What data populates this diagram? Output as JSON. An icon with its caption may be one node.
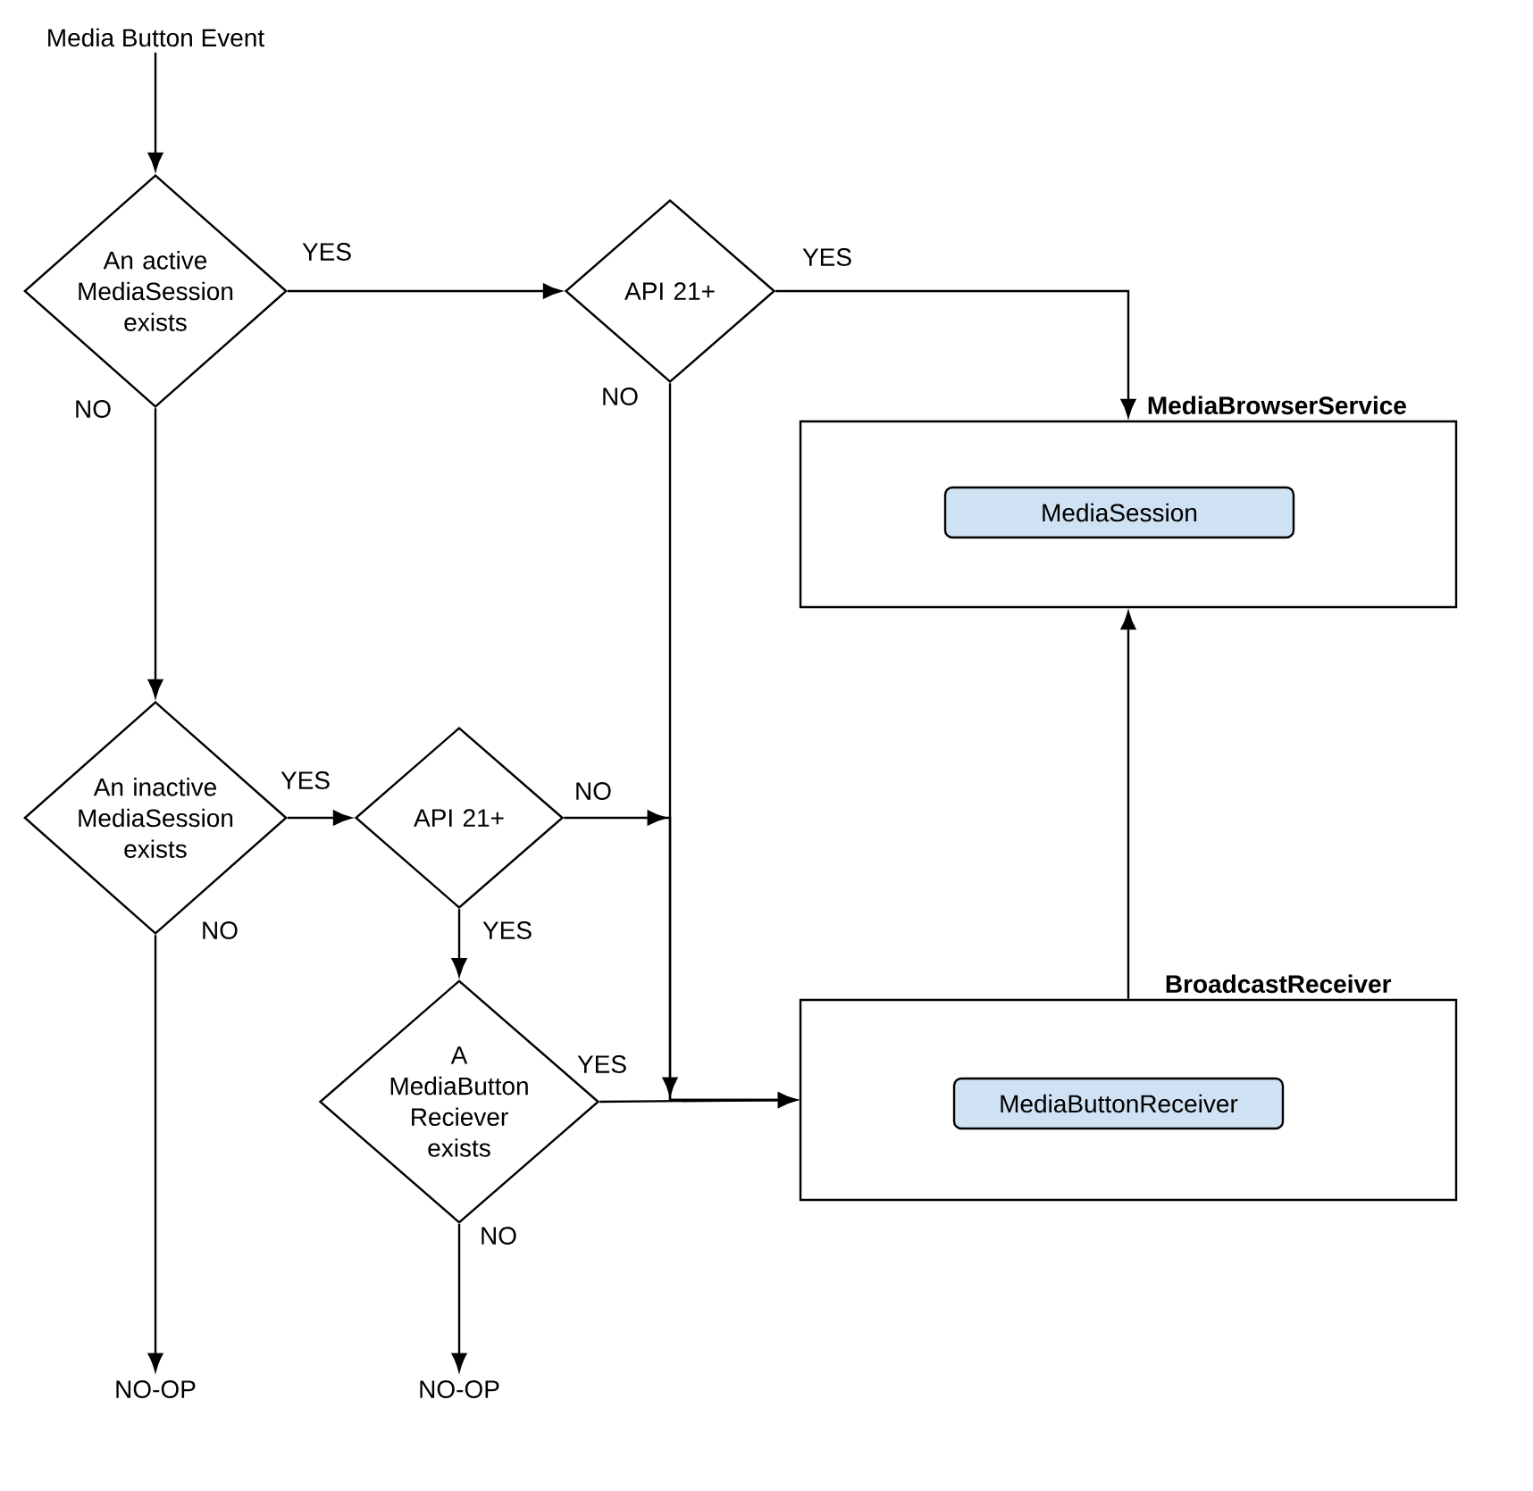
{
  "diagram": {
    "nodes": [
      {
        "text": [
          "Media Button Event"
        ]
      },
      {
        "text": [
          "An active MediaSession exists"
        ]
      },
      {
        "text": [
          "API 21+"
        ]
      },
      {
        "text": [
          "MediaBrowserService"
        ]
      },
      {
        "text": [
          "MediaSession"
        ],
        "in": 3
      },
      {
        "text": [
          "An inactive MediaSession exists"
        ]
      },
      {
        "text": [
          "API 21+"
        ]
      },
      {
        "text": [
          "A MediaButton Reciever exists"
        ]
      },
      {
        "text": [
          "BroadcastReceiver"
        ]
      },
      {
        "text": [
          "MediaButtonReceiver"
        ],
        "in": 8
      },
      {
        "text": [
          "NO-OP"
        ]
      },
      {
        "text": [
          "NO-OP"
        ]
      }
    ],
    "edges": [
      {
        "from": 0,
        "to": 1,
        "arrow": "to"
      },
      {
        "from": 1,
        "to": 2,
        "arrow": "to",
        "label": "YES"
      },
      {
        "from": 2,
        "to": 3,
        "arrow": "to",
        "label": "YES"
      },
      {
        "from": 2,
        "to": 8,
        "arrow": "to",
        "label": "NO"
      },
      {
        "from": 1,
        "to": 5,
        "arrow": "to",
        "label": "NO"
      },
      {
        "from": 5,
        "to": 6,
        "arrow": "to",
        "label": "YES"
      },
      {
        "from": 6,
        "to": 8,
        "arrow": "to",
        "label": "NO"
      },
      {
        "from": 6,
        "to": 7,
        "arrow": "to",
        "label": "YES"
      },
      {
        "from": 7,
        "to": 8,
        "arrow": "to",
        "label": "YES"
      },
      {
        "from": 5,
        "to": 10,
        "arrow": "to",
        "label": "NO"
      },
      {
        "from": 7,
        "to": 11,
        "arrow": "to",
        "label": "NO"
      },
      {
        "from": 8,
        "to": 3,
        "arrow": "to"
      }
    ]
  }
}
